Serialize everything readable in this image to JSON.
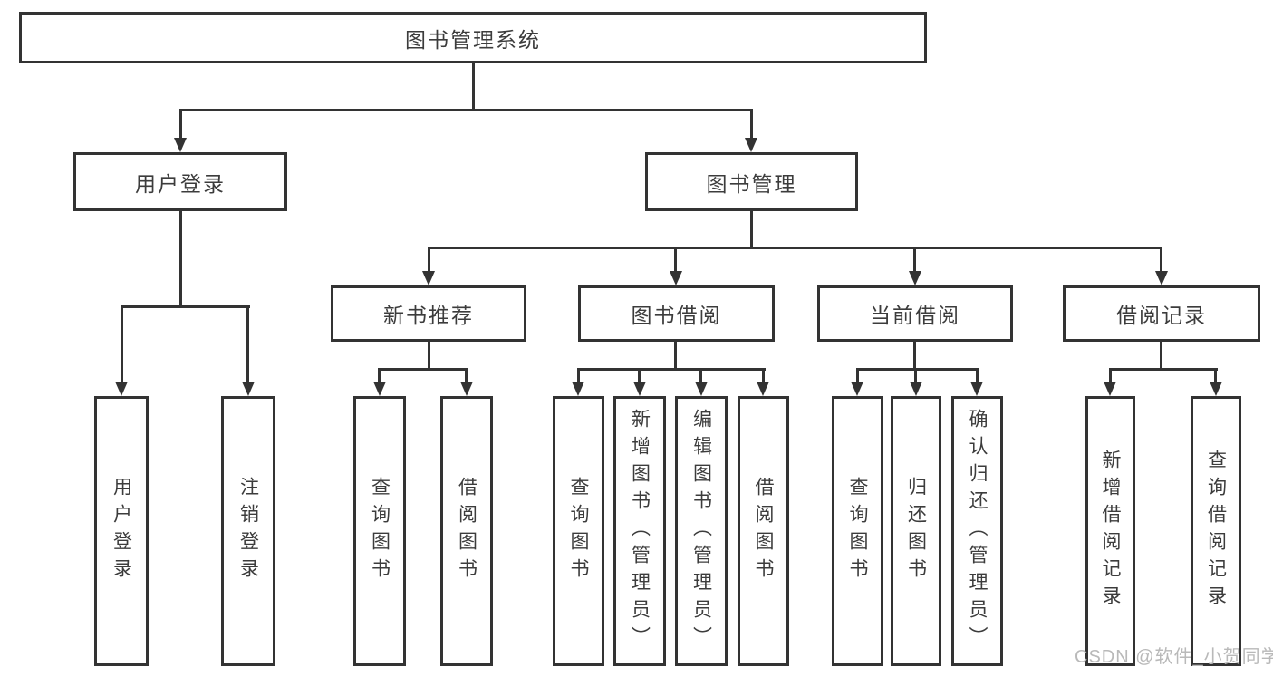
{
  "diagram": {
    "root": "图书管理系统",
    "level2": {
      "user_login": "用户登录",
      "book_management": "图书管理"
    },
    "level3": {
      "new_book_recommend": "新书推荐",
      "book_borrow": "图书借阅",
      "current_borrow": "当前借阅",
      "borrow_record": "借阅记录"
    },
    "leaves": {
      "ul_user_login": "用户登录",
      "ul_logout": "注销登录",
      "nbr_query_book": "查询图书",
      "nbr_borrow_book": "借阅图书",
      "bb_query_book": "查询图书",
      "bb_add_book": "新增图书（管理员）",
      "bb_edit_book": "编辑图书（管理员）",
      "bb_borrow_book": "借阅图书",
      "cb_query_book": "查询图书",
      "cb_return_book": "归还图书",
      "cb_confirm_return": "确认归还（管理员）",
      "br_add_record": "新增借阅记录",
      "br_query_record": "查询借阅记录"
    }
  },
  "watermark": "CSDN @软件_小贺同学",
  "colors": {
    "line": "#333333",
    "text": "#3c3c3c",
    "watermark": "#b9b9b9",
    "background": "#ffffff"
  }
}
